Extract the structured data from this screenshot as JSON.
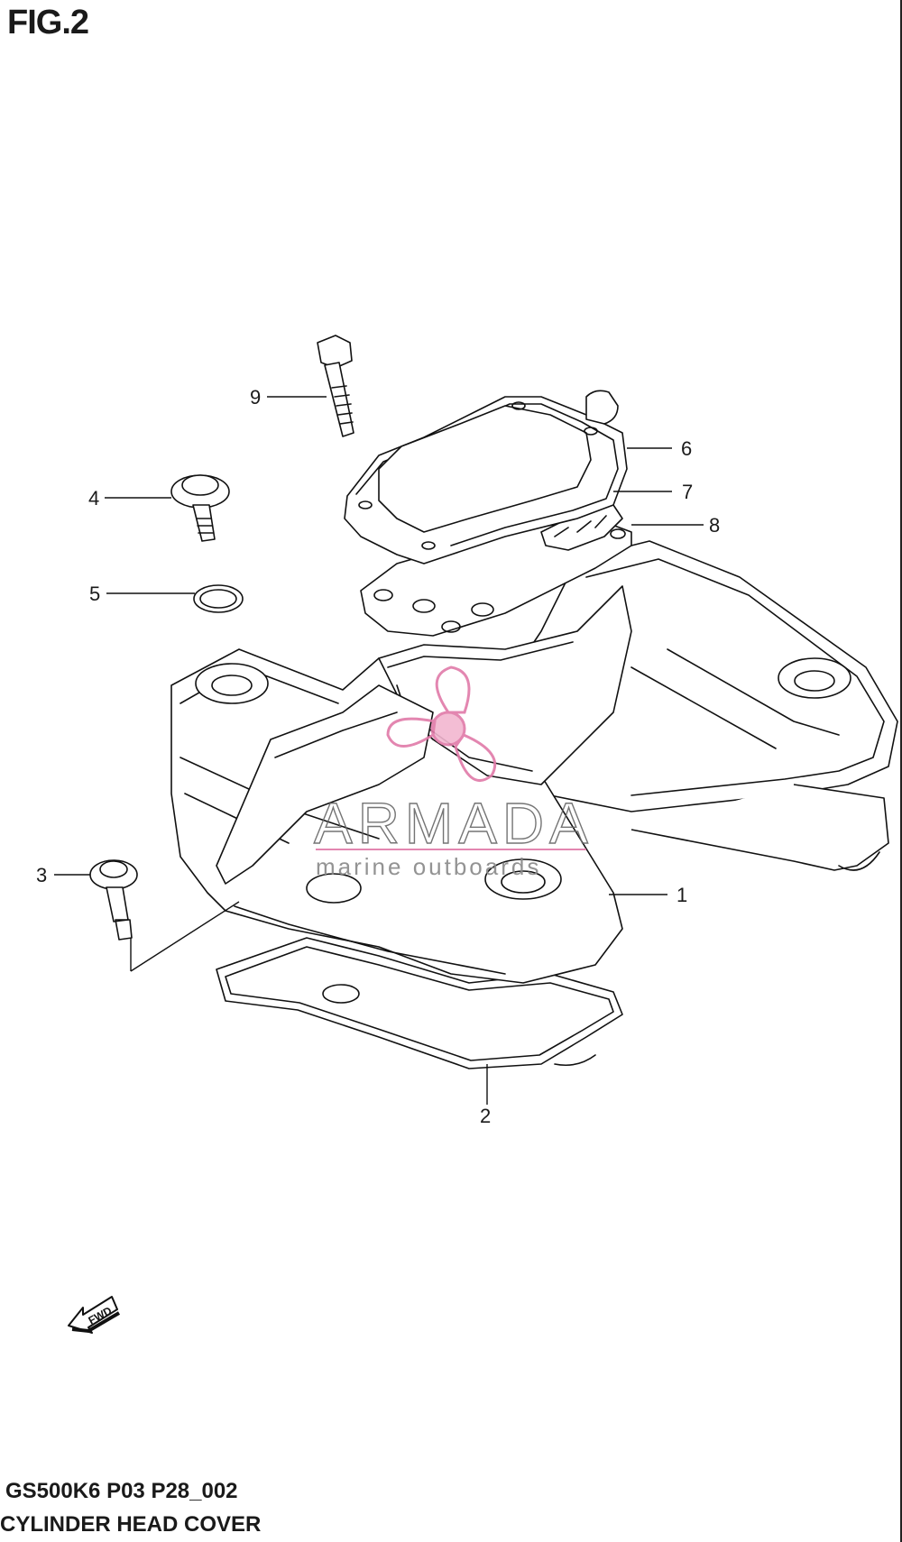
{
  "figure": {
    "title": "FIG.2",
    "code": "GS500K6 P03 P28_002",
    "name": "CYLINDER HEAD COVER"
  },
  "callouts": [
    "1",
    "2",
    "3",
    "4",
    "5",
    "6",
    "7",
    "8",
    "9"
  ],
  "fwd_label": "FWD",
  "watermark": {
    "brand": "ARMADA",
    "tagline": "marine outboards",
    "color": "#e07aa8"
  }
}
